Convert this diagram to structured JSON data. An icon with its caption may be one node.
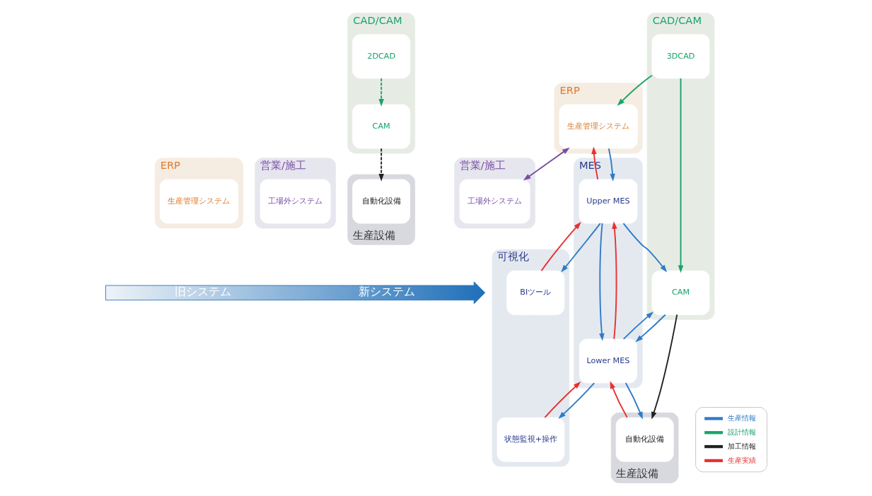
{
  "diagram": {
    "nodes": [
      {
        "text": [
          "CAD/CAM"
        ]
      },
      {
        "text": [
          "2DCAD"
        ],
        "in": 0
      },
      {
        "text": [
          "CAM"
        ],
        "in": 0
      },
      {
        "text": [
          "ERP"
        ]
      },
      {
        "text": [
          "生産管理システム"
        ],
        "in": 3
      },
      {
        "text": [
          "営業/施工"
        ]
      },
      {
        "text": [
          "工場外システム"
        ],
        "in": 5
      },
      {
        "text": [
          "生産設備"
        ]
      },
      {
        "text": [
          "自動化設備"
        ],
        "in": 7
      },
      {
        "text": [
          "CAD/CAM"
        ]
      },
      {
        "text": [
          "3DCAD"
        ],
        "in": 9
      },
      {
        "text": [
          "CAM"
        ],
        "in": 9
      },
      {
        "text": [
          "ERP"
        ]
      },
      {
        "text": [
          "生産管理システム"
        ],
        "in": 12
      },
      {
        "text": [
          "営業/施工"
        ]
      },
      {
        "text": [
          "工場外システム"
        ],
        "in": 14
      },
      {
        "text": [
          "MES"
        ]
      },
      {
        "text": [
          "Upper MES"
        ],
        "in": 16
      },
      {
        "text": [
          "Lower MES"
        ],
        "in": 16
      },
      {
        "text": [
          "可視化"
        ]
      },
      {
        "text": [
          "BIツール"
        ],
        "in": 19
      },
      {
        "text": [
          "状態監視+操作"
        ],
        "in": 19
      },
      {
        "text": [
          "生産設備"
        ]
      },
      {
        "text": [
          "自動化設備"
        ],
        "in": 22
      },
      {
        "text": [
          "旧システム",
          "新システム"
        ]
      }
    ],
    "edges": [
      {
        "from": 1,
        "to": 2,
        "arrow": "to",
        "style": "dashed",
        "color": "#1aa36b"
      },
      {
        "from": 2,
        "to": 8,
        "arrow": "to",
        "style": "dashed",
        "color": "#222222"
      },
      {
        "from": 10,
        "to": 13,
        "arrow": "to",
        "color": "#1aa36b"
      },
      {
        "from": 13,
        "to": 15,
        "arrow": "both",
        "color": "#7a4fa3"
      },
      {
        "from": 13,
        "to": 17,
        "arrow": "to"
      },
      {
        "from": 17,
        "to": 13,
        "arrow": "to",
        "color": "#e8312f"
      },
      {
        "from": 20,
        "to": 17,
        "arrow": "to",
        "color": "#e8312f"
      },
      {
        "from": 17,
        "to": 20,
        "arrow": "to"
      },
      {
        "from": 10,
        "to": 11,
        "arrow": "to",
        "color": "#1aa36b"
      },
      {
        "from": 17,
        "to": 11,
        "arrow": "to"
      },
      {
        "from": 17,
        "to": 18,
        "arrow": "to"
      },
      {
        "from": 18,
        "to": 17,
        "arrow": "to",
        "color": "#e8312f"
      },
      {
        "from": 18,
        "to": 11,
        "arrow": "to"
      },
      {
        "from": 11,
        "to": 18,
        "arrow": "to"
      },
      {
        "from": 21,
        "to": 18,
        "arrow": "to",
        "color": "#e8312f"
      },
      {
        "from": 18,
        "to": 21,
        "arrow": "to"
      },
      {
        "from": 11,
        "to": 23,
        "arrow": "to",
        "color": "#222222"
      },
      {
        "from": 18,
        "to": 23,
        "arrow": "to"
      },
      {
        "from": 23,
        "to": 18,
        "arrow": "to",
        "color": "#e8312f"
      }
    ],
    "legend": [
      {
        "text": "生産情報",
        "color": "#2f7bc8"
      },
      {
        "text": "設計情報",
        "color": "#1aa36b"
      },
      {
        "text": "加工情報",
        "color": "#222222"
      },
      {
        "text": "生産実績",
        "color": "#e8312f"
      }
    ]
  }
}
